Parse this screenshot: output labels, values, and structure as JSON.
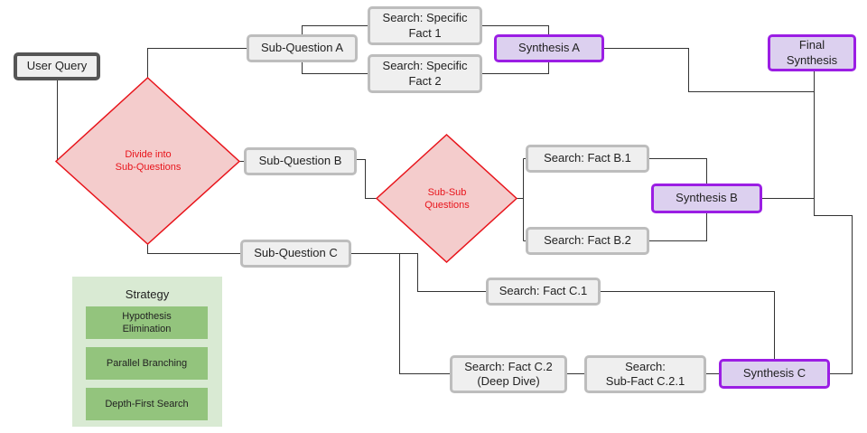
{
  "nodes": {
    "user_query": "User Query",
    "divide": "Divide into\nSub-Questions",
    "sub_question_a": "Sub-Question A",
    "search_specific_fact_1": "Search: Specific\nFact 1",
    "search_specific_fact_2": "Search: Specific\nFact 2",
    "synthesis_a": "Synthesis A",
    "final_synthesis": "Final\nSynthesis",
    "sub_question_b": "Sub-Question B",
    "sub_sub_questions": "Sub-Sub\nQuestions",
    "search_fact_b1": "Search: Fact B.1",
    "search_fact_b2": "Search: Fact B.2",
    "synthesis_b": "Synthesis B",
    "sub_question_c": "Sub-Question C",
    "search_fact_c1": "Search: Fact C.1",
    "search_fact_c2": "Search: Fact C.2\n(Deep Dive)",
    "search_sub_fact_c21": "Search:\nSub-Fact C.2.1",
    "synthesis_c": "Synthesis C"
  },
  "strategy": {
    "title": "Strategy",
    "items": [
      "Hypothesis\nElimination",
      "Parallel Branching",
      "Depth-First Search"
    ]
  },
  "colors": {
    "gray_fill": "#efefef",
    "gray_border": "#bdbdbd",
    "purple_fill": "#dcd0ef",
    "purple_border": "#9b1ee4",
    "diamond_fill": "#f4cccc",
    "diamond_border": "#e8141b",
    "connector": "#333333",
    "strategy_bg": "#d9ead3",
    "strategy_item": "#93c47d"
  }
}
